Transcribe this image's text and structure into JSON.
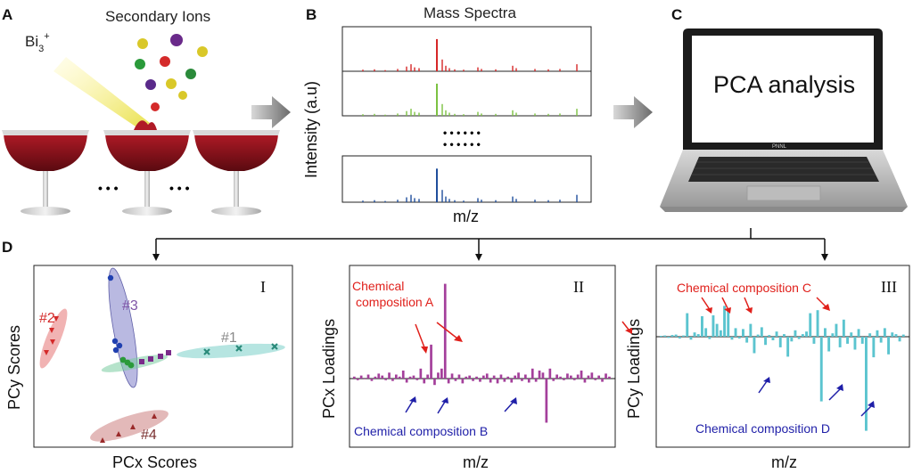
{
  "panels": {
    "a": {
      "letter": "A",
      "title": "Secondary Ions",
      "beam_label_base": "Bi",
      "beam_sub": "3",
      "beam_sup": "+",
      "ellipsis_left": "• • •",
      "ellipsis_right": "• • •"
    },
    "b": {
      "letter": "B",
      "title": "Mass Spectra",
      "ylabel": "Intensity (a.u)",
      "xlabel": "m/z",
      "dots1": "• • • • • •",
      "dots2": "• • • • • •",
      "spectrum_colors": [
        "#d62728",
        "#7cc242",
        "#1f4e9c"
      ]
    },
    "c": {
      "letter": "C",
      "screen_text": "PCA analysis",
      "brand": "PNNL"
    },
    "d": {
      "letter": "D"
    }
  },
  "colors": {
    "red": "#e0201b",
    "blue": "#1f1fa8",
    "purple": "#a43f9b",
    "cyan": "#5bc4cf"
  },
  "chart_data": [
    {
      "type": "scatter",
      "panel": "I",
      "xlabel": "PCx Scores",
      "ylabel": "PCy Scores",
      "groups": [
        {
          "name": "#1",
          "color": "#2a8a7a",
          "marker": "x",
          "label_color": "#8a8a8a"
        },
        {
          "name": "#2",
          "color": "#d42a2a",
          "marker": "triangle-down",
          "label_color": "#d42a2a"
        },
        {
          "name": "#3",
          "color": "#2040b0",
          "marker": "circle",
          "label_color": "#7e54a6"
        },
        {
          "name": "#4",
          "color": "#9a2a2a",
          "marker": "triangle-up",
          "label_color": "#7a3030"
        },
        {
          "name": "",
          "color": "#2a9a3a",
          "marker": "circle"
        },
        {
          "name": "",
          "color": "#7a2a8a",
          "marker": "square"
        }
      ]
    },
    {
      "type": "bar",
      "panel": "II",
      "xlabel": "m/z",
      "ylabel": "PCx Loadings",
      "color": "#a43f9b",
      "annotations": [
        "Chemical composition A",
        "Chemical composition B"
      ],
      "values": [
        0.02,
        -0.02,
        0.03,
        0,
        0.04,
        -0.03,
        0.02,
        0.05,
        0.03,
        -0.02,
        0.06,
        -0.03,
        0.04,
        0.02,
        0.08,
        -0.05,
        0.02,
        0.03,
        -0.02,
        0.1,
        -0.06,
        0.04,
        0.34,
        -0.08,
        0.06,
        0.1,
        0.95,
        -0.06,
        0.05,
        -0.03,
        0.04,
        -0.06,
        0.02,
        0.03,
        -0.03,
        0.02,
        -0.04,
        0.03,
        0.05,
        -0.05,
        0.03,
        -0.06,
        0.04,
        -0.04,
        0.02,
        -0.05,
        0.03,
        0.06,
        -0.03,
        0.04,
        -0.05,
        0.1,
        -0.04,
        0.08,
        0.06,
        -0.55,
        0.1,
        -0.03,
        0.04,
        0.02,
        -0.02,
        0.05,
        0.03,
        -0.02,
        0.04,
        0.08,
        -0.05,
        0.03,
        0.06,
        -0.02,
        0.03,
        -0.04,
        0.05,
        0.02
      ]
    },
    {
      "type": "bar",
      "panel": "III",
      "xlabel": "m/z",
      "ylabel": "PCy Loadings",
      "color": "#5bc4cf",
      "annotations": [
        "Chemical composition C",
        "Chemical composition D"
      ],
      "values": [
        0.02,
        0.03,
        -0.02,
        0.04,
        0.05,
        -0.03,
        0.03,
        0.55,
        -0.05,
        0.1,
        0.06,
        0.48,
        0.2,
        -0.04,
        0.5,
        0.3,
        0.15,
        0.72,
        0.6,
        -0.05,
        0.2,
        -0.03,
        0.18,
        -0.1,
        0.3,
        -0.28,
        0.05,
        0.22,
        -0.14,
        0.04,
        -0.06,
        0.12,
        -0.18,
        0.06,
        -0.34,
        -0.08,
        0.15,
        -0.04,
        0.06,
        0.12,
        0.55,
        -0.12,
        0.62,
        -1.1,
        0.2,
        -0.25,
        0.08,
        0.3,
        -0.18,
        0.4,
        -0.12,
        0.1,
        -0.22,
        0.18,
        -0.12,
        -1.6,
        0.08,
        -0.35,
        0.15,
        -0.1,
        0.2,
        -0.3,
        0.1,
        0.06,
        -0.08,
        0.05
      ]
    }
  ]
}
